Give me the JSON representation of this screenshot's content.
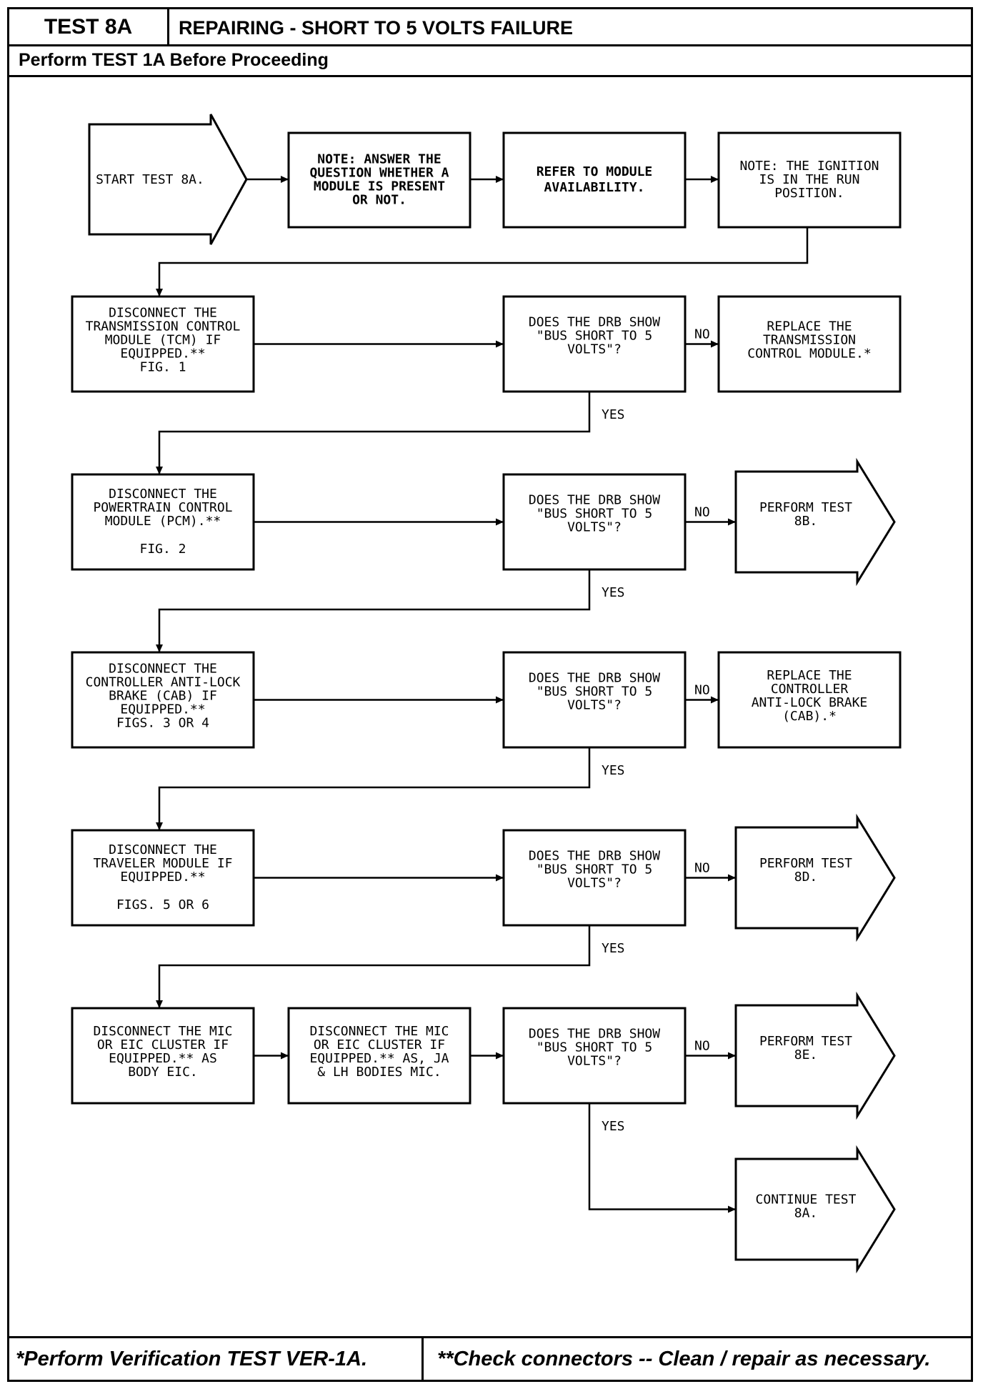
{
  "header": {
    "test_id": "TEST 8A",
    "title": "REPAIRING - SHORT TO 5 VOLTS FAILURE",
    "prerequisite": "Perform TEST 1A Before Proceeding"
  },
  "footer": {
    "left_note": "*Perform Verification TEST VER-1A.",
    "right_note": "**Check connectors -- Clean / repair as necessary."
  },
  "labels": {
    "no": "NO",
    "yes": "YES"
  },
  "flow": {
    "start": [
      "START TEST 8A."
    ],
    "note_module": [
      "NOTE: ANSWER THE",
      "QUESTION WHETHER A",
      "MODULE IS PRESENT",
      "OR NOT."
    ],
    "refer_module": [
      "REFER TO MODULE",
      "AVAILABILITY."
    ],
    "note_ignition": [
      "NOTE: THE IGNITION",
      "IS IN THE RUN",
      "POSITION."
    ],
    "disc_tcm": [
      "DISCONNECT THE",
      "TRANSMISSION CONTROL",
      "MODULE (TCM) IF",
      "EQUIPPED.**",
      "FIG. 1"
    ],
    "q1": [
      "DOES THE DRB SHOW",
      "\"BUS SHORT TO 5",
      "VOLTS\"?"
    ],
    "replace_tcm": [
      "REPLACE THE",
      "TRANSMISSION",
      "CONTROL MODULE.*"
    ],
    "disc_pcm": [
      "DISCONNECT THE",
      "POWERTRAIN CONTROL",
      "MODULE (PCM).**"
    ],
    "disc_pcm_fig": "FIG. 2",
    "q2": [
      "DOES THE DRB SHOW",
      "\"BUS SHORT TO 5",
      "VOLTS\"?"
    ],
    "perform_8b": [
      "PERFORM TEST",
      "8B."
    ],
    "disc_cab": [
      "DISCONNECT THE",
      "CONTROLLER ANTI-LOCK",
      "BRAKE (CAB) IF",
      "EQUIPPED.**",
      "FIGS. 3 OR 4"
    ],
    "q3": [
      "DOES THE DRB SHOW",
      "\"BUS SHORT TO 5",
      "VOLTS\"?"
    ],
    "replace_cab": [
      "REPLACE THE",
      "CONTROLLER",
      "ANTI-LOCK BRAKE",
      "(CAB).*"
    ],
    "disc_traveler": [
      "DISCONNECT THE",
      "TRAVELER MODULE IF",
      "EQUIPPED.**"
    ],
    "disc_traveler_fig": "FIGS. 5 OR 6",
    "q4": [
      "DOES THE DRB SHOW",
      "\"BUS SHORT TO 5",
      "VOLTS\"?"
    ],
    "perform_8d": [
      "PERFORM TEST",
      "8D."
    ],
    "disc_mic_as": [
      "DISCONNECT THE MIC",
      "OR EIC CLUSTER IF",
      "EQUIPPED.** AS",
      "BODY EIC."
    ],
    "disc_mic_ja": [
      "DISCONNECT THE MIC",
      "OR EIC CLUSTER IF",
      "EQUIPPED.** AS, JA",
      "& LH BODIES MIC."
    ],
    "q5": [
      "DOES THE DRB SHOW",
      "\"BUS SHORT TO 5",
      "VOLTS\"?"
    ],
    "perform_8e": [
      "PERFORM TEST",
      "8E."
    ],
    "continue_8a": [
      "CONTINUE TEST",
      "8A."
    ]
  }
}
